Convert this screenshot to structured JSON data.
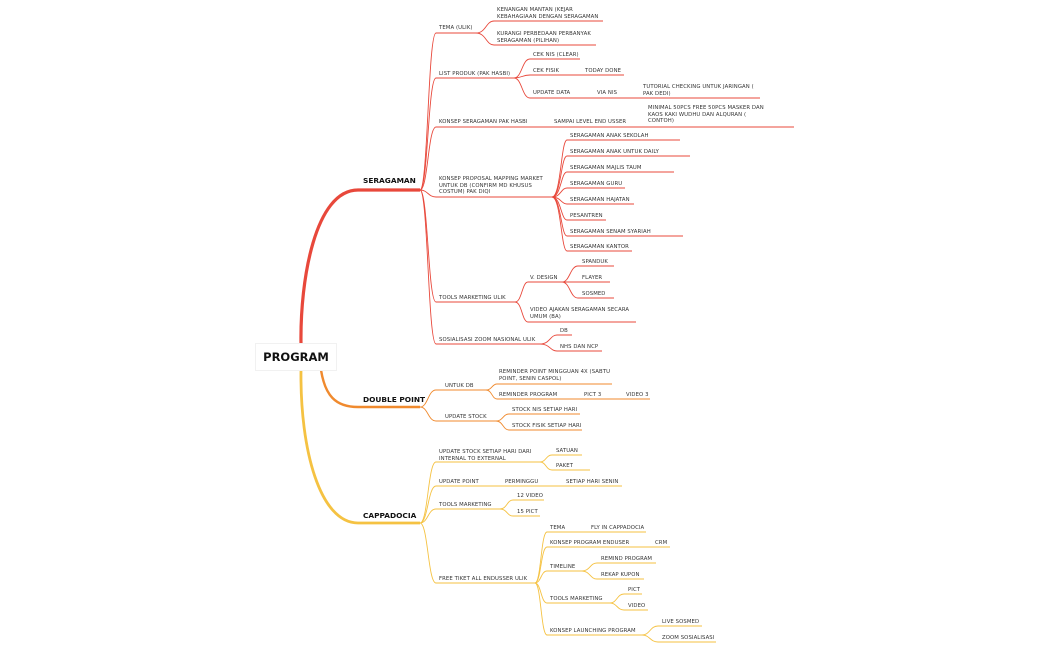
{
  "root": "PROGRAM",
  "colors": {
    "seragaman": "#e8483b",
    "double_point": "#f08a2e",
    "cappadocia": "#f5c242"
  },
  "seragaman": {
    "label": "SERAGAMAN",
    "tema": {
      "label": "TEMA (ULIK)",
      "children": [
        "KENANGAN MANTAN (KEJAR KEBAHAGIAAN DENGAN SERAGAMAN",
        "KURANGI PERBEDAAN PERBANYAK SERAGAMAN (PILIHAN)"
      ]
    },
    "list_produk": {
      "label": "LIST PRODUK (PAK HASBI)",
      "cek_nis": "CEK NIS (CLEAR)",
      "cek_fisik": "CEK FISIK",
      "today_done": "TODAY DONE",
      "update_data": "UPDATE DATA",
      "via_nis": "VIA NIS",
      "tutorial": "TUTORIAL CHECKING UNTUK JARINGAN ( PAK DEDI)"
    },
    "konsep_seragaman": {
      "label": "KONSEP SERAGAMAN PAK HASBI",
      "sampai": "SAMPAI LEVEL END USSER",
      "minimal": "MINIMAL 50PCS FREE 50PCS MASKER DAN KAOS KAKI WUDHU DAN ALQURAN ( CONTOH)"
    },
    "konsep_proposal": {
      "label": "KONSEP PROPOSAL MAPPING MARKET UNTUK DB (CONFIRM MD KHUSUS COSTUM) PAK DIQI",
      "children": [
        "SERAGAMAN ANAK SEKOLAH",
        "SERAGAMAN ANAK UNTUK DAILY",
        "SERAGAMAN MAJLIS TAUM",
        "SERAGAMAN GURU",
        "SERAGAMAN HAJATAN",
        "PESANTREN",
        "SERAGAMAN SENAM SYARIAH",
        "SERAGAMAN KANTOR"
      ]
    },
    "tools_marketing": {
      "label": "TOOLS MARKETING ULIK",
      "design": "V. DESIGN",
      "design_children": [
        "SPANDUK",
        "FLAYER",
        "SOSMED"
      ],
      "video": "VIDEO AJAKAN SERAGAMAN SECARA UMUM (BA)"
    },
    "sosialisasi": {
      "label": "SOSIALISASI ZOOM NASIONAL ULIK",
      "children": [
        "DB",
        "NHS DAN NCP"
      ]
    }
  },
  "double_point": {
    "label": "DOUBLE POINT",
    "untuk_db": {
      "label": "UNTUK DB",
      "reminder_point": "REMINDER POINT MINGGUAN 4X (SABTU POINT, SENIN CASPOL)",
      "reminder_program": "REMINDER PROGRAM",
      "pict3": "PICT 3",
      "video3": "VIDEO 3"
    },
    "update_stock": {
      "label": "UPDATE STOCK",
      "children": [
        "STOCK NIS SETIAP HARI",
        "STOCK FISIK SETIAP HARI"
      ]
    }
  },
  "cappadocia": {
    "label": "CAPPADOCIA",
    "update_stock": {
      "label": "UPDATE STOCK SETIAP HARI DARI INTERNAL TO EXTERNAL",
      "children": [
        "SATUAN",
        "PAKET"
      ]
    },
    "update_point": {
      "label": "UPDATE POINT",
      "perminggu": "PERMINGGU",
      "setiap": "SETIAP HARI SENIN"
    },
    "tools_marketing": {
      "label": "TOOLS MARKETING",
      "children": [
        "12 VIDEO",
        "15 PICT"
      ]
    },
    "free_tiket": {
      "label": "FREE TIKET ALL ENDUSSER ULIK",
      "tema": "TEMA",
      "fly": "FLY IN CAPPADOCIA",
      "konsep_program": "KONSEP PROGRAM ENDUSER",
      "crm": "CRM",
      "timeline": "TIMELINE",
      "timeline_children": [
        "REMIND PROGRAM",
        "REKAP KUPON"
      ],
      "tools_marketing": "TOOLS MARKETING",
      "tools_children": [
        "PICT",
        "VIDEO"
      ],
      "konsep_launching": "KONSEP LAUNCHING PROGRAM",
      "launching_children": [
        "LIVE SOSMED",
        "ZOOM SOSIALISASI"
      ]
    }
  }
}
